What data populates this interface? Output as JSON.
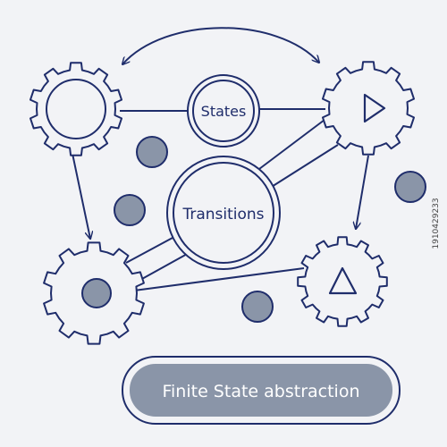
{
  "nodes": {
    "states": "States",
    "transitions": "Transitions"
  },
  "banner": {
    "label": "Finite State abstraction"
  },
  "side_id": "1910429233",
  "icons": {
    "gear_top_left": "empty-circle-gear-icon",
    "gear_top_right": "play-gear-icon",
    "gear_bottom_left": "filled-dot-gear-icon",
    "gear_bottom_right": "triangle-gear-icon"
  },
  "colors": {
    "stroke": "#1f2d6b",
    "fill_dot": "#8a95a8",
    "banner_fill": "#8a95a8",
    "background": "#f2f3f6"
  }
}
